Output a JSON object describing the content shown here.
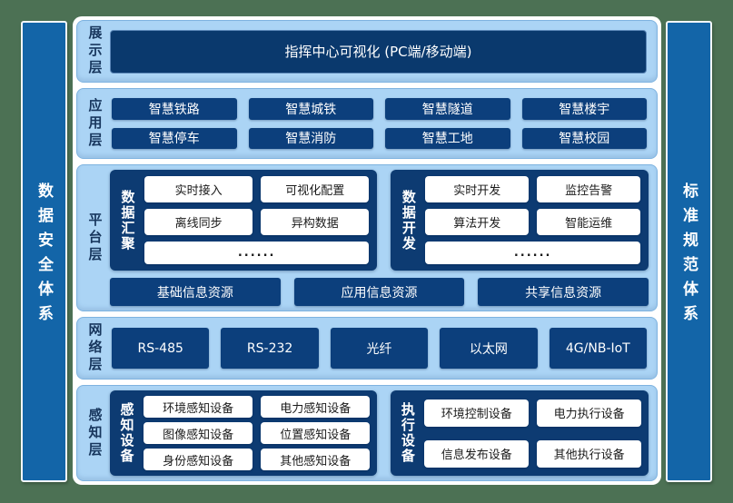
{
  "colors": {
    "page_background": "#4c7154",
    "banner_blue": "#1365a8",
    "panel_blue": "#abd4f5",
    "panel_border": "#7eb3e0",
    "navy_box": "#0d3b72",
    "navy_chip": "#0c3f7c",
    "big_chip": "#0a396d",
    "white_chip_text": "#1b1b1b",
    "layer_label_text": "#17365d"
  },
  "sidebars": {
    "left": {
      "label": "数据安全体系"
    },
    "right": {
      "label": "标准规范体系"
    }
  },
  "layers": [
    {
      "label": "展示层",
      "buttons": [
        "指挥中心可视化 (PC端/移动端)"
      ]
    },
    {
      "label": "应用层",
      "buttons": [
        "智慧铁路",
        "智慧城铁",
        "智慧隧道",
        "智慧楼宇",
        "智慧停车",
        "智慧消防",
        "智慧工地",
        "智慧校园"
      ]
    },
    {
      "label": "平台层",
      "groups": [
        {
          "label": "数据汇聚",
          "buttons": [
            "实时接入",
            "可视化配置",
            "离线同步",
            "异构数据"
          ],
          "more": "......"
        },
        {
          "label": "数据开发",
          "buttons": [
            "实时开发",
            "监控告警",
            "算法开发",
            "智能运维"
          ],
          "more": "......"
        }
      ],
      "bottom_buttons": [
        "基础信息资源",
        "应用信息资源",
        "共享信息资源"
      ]
    },
    {
      "label": "网络层",
      "buttons": [
        "RS-485",
        "RS-232",
        "光纤",
        "以太网",
        "4G/NB-IoT"
      ]
    },
    {
      "label": "感知层",
      "groups": [
        {
          "label": "感知设备",
          "buttons": [
            "环境感知设备",
            "电力感知设备",
            "图像感知设备",
            "位置感知设备",
            "身份感知设备",
            "其他感知设备"
          ]
        },
        {
          "label": "执行设备",
          "buttons": [
            "环境控制设备",
            "电力执行设备",
            "信息发布设备",
            "其他执行设备"
          ]
        }
      ]
    }
  ]
}
